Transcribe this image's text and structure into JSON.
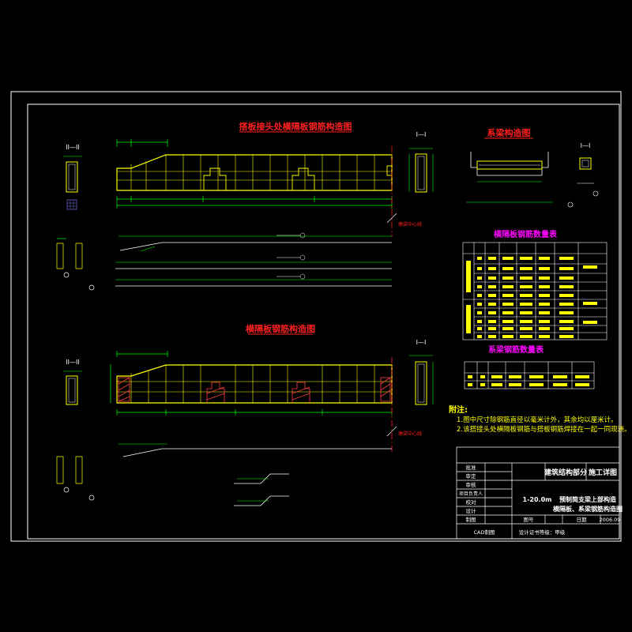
{
  "titles": {
    "diagram1": "搭板接头处横隔板钢筋构造图",
    "diagram2": "横隔板钢筋构造图",
    "tie_beam": "系梁构造图",
    "table1": "横隔板钢筋数量表",
    "table2": "系梁钢筋数量表"
  },
  "section_labels": {
    "ii": "II—II",
    "i": "I—I"
  },
  "centerline_label": "墩梁中心线",
  "notes": {
    "heading": "附注:",
    "line1": "1.图中尺寸除钢筋直径以毫米计外，其余均以厘米计。",
    "line2": "2.该搭接头处横隔板钢筋与搭板钢筋焊接在一起一同现浇。"
  },
  "title_block": {
    "company": "建筑结构部分",
    "stage": "施工详图",
    "row_labels": [
      "批准",
      "审定",
      "审核",
      "项目负责人",
      "校对",
      "设计",
      "制图"
    ],
    "span": "1-20.0m",
    "drawing_title_1": "预制简支梁上部构造",
    "drawing_title_2": "横隔板、系梁钢筋构造图",
    "drawing_no_label": "图号",
    "date_label": "日期",
    "date": "2006.09",
    "cert": "设计证书等级：甲级",
    "software": "CAD制图"
  },
  "colors": {
    "frame": "#ffffff",
    "concrete": "#ffff00",
    "dimension": "#00ff00",
    "rebar": "#ffffff",
    "title_red": "#ff2020",
    "magenta": "#ff00ff",
    "cyan": "#00e5ff",
    "grid": "#8080ff"
  }
}
